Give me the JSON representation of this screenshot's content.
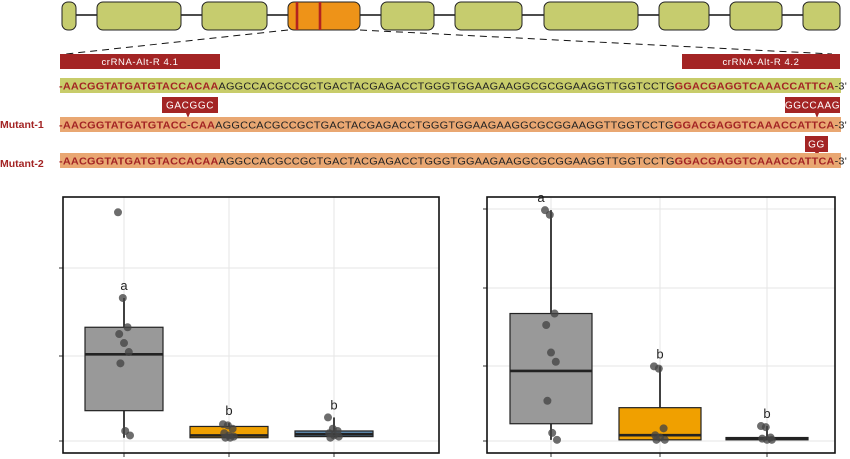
{
  "colors": {
    "exon": "#c6cc6e",
    "exon_highlight": "#ee9318",
    "dark_red": "#a32424",
    "wt_band": "#c8cc6a",
    "mut_band": "#e9a772",
    "box_gray": "#999999",
    "box_orange": "#f0a000",
    "box_blue": "#5a84a8"
  },
  "crna": {
    "left": "crRNA-Alt-R 4.1",
    "right": "crRNA-Alt-R 4.2"
  },
  "sequences": {
    "wt": {
      "prefix": "-",
      "red1": "AACGGTATGATGTACCACAA",
      "mid": "AGGCCACGCCGCTGACTACGAGACCTGGGTGGAAGAAGGCGCGGAAGGTTGGTCCTG",
      "red2": "GGACGAGGTCAAACCATTCA",
      "suffix": "-3'"
    },
    "m1": {
      "label": "Mutant-1",
      "prefix": "-",
      "red1": "AACGGTATGATGTACC",
      "gap": "-",
      "red1b": "CAA",
      "mid": "AGGCCACGCCGCTGACTACGAGACCTGGGTGGAAGAAGGCGCGGAAGGTTGGTCCTG",
      "red2": "GGACGAGGTCAAACCATTCA",
      "suffix": "-3'",
      "ins_left": "GACGGC",
      "ins_right": "GGCCAAG"
    },
    "m2": {
      "label": "Mutant-2",
      "prefix": "-",
      "red1": "AACGGTATGATGTACCACAA",
      "mid": "AGGCCACGCCGCTGACTACGAGACCTGGGTGGAAGAAGGCGCGGAAGGTTGGTCCTG",
      "red2": "GGACGAGGTCAAACCATTCA",
      "suffix": "-3'",
      "ins_right": "GG"
    }
  },
  "chart_data": [
    {
      "type": "box",
      "groups": [
        {
          "color": "gray",
          "q1": 0.12,
          "median": 0.37,
          "q3": 0.49,
          "whisker_low": 0.0,
          "whisker_high": 0.62,
          "points": [
            1.0,
            0.62,
            0.49,
            0.46,
            0.42,
            0.38,
            0.33,
            0.03,
            0.01
          ],
          "letter": "a"
        },
        {
          "color": "orange",
          "q1": 0.0,
          "median": 0.01,
          "q3": 0.05,
          "whisker_low": 0.0,
          "whisker_high": 0.065,
          "points": [
            0.06,
            0.055,
            0.04,
            0.02,
            0.01,
            0.005,
            0.0,
            0.0
          ],
          "letter": "b"
        },
        {
          "color": "blue",
          "q1": 0.005,
          "median": 0.015,
          "q3": 0.03,
          "whisker_low": 0.0,
          "whisker_high": 0.09,
          "points": [
            0.09,
            0.04,
            0.03,
            0.02,
            0.01,
            0.005,
            0.0
          ],
          "letter": "b"
        }
      ],
      "ylim": [
        -0.05,
        1.05
      ]
    },
    {
      "type": "box",
      "groups": [
        {
          "color": "gray",
          "q1": 0.07,
          "median": 0.3,
          "q3": 0.55,
          "whisker_low": 0.0,
          "whisker_high": 1.0,
          "points": [
            1.0,
            0.98,
            0.55,
            0.5,
            0.38,
            0.34,
            0.17,
            0.03,
            0.0
          ],
          "letter": "a"
        },
        {
          "color": "orange",
          "q1": 0.0,
          "median": 0.02,
          "q3": 0.14,
          "whisker_low": 0.0,
          "whisker_high": 0.32,
          "points": [
            0.32,
            0.31,
            0.05,
            0.02,
            0.01,
            0.0,
            0.0
          ],
          "letter": "b"
        },
        {
          "color": "blue",
          "q1": 0.0,
          "median": 0.005,
          "q3": 0.01,
          "whisker_low": 0.0,
          "whisker_high": 0.06,
          "points": [
            0.06,
            0.055,
            0.01,
            0.005,
            0.0,
            0.0
          ],
          "letter": "b"
        }
      ],
      "ylim": [
        -0.04,
        1.04
      ]
    }
  ]
}
